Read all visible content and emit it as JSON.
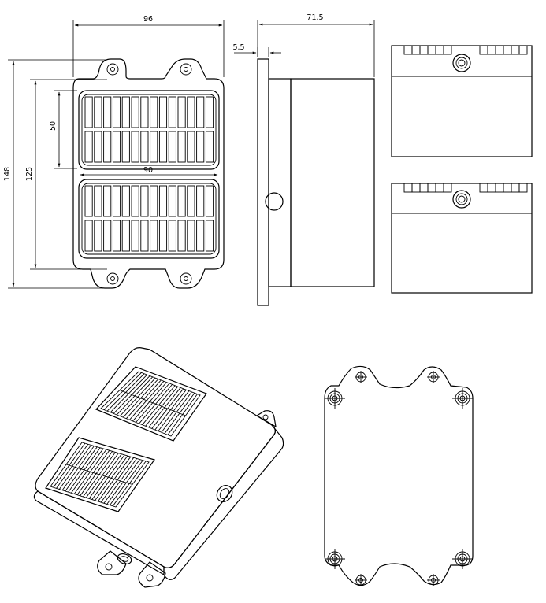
{
  "dimensions": {
    "width_96": "96",
    "depth_71_5": "71.5",
    "flange_5_5": "5.5",
    "height_148": "148",
    "hole_spacing_125": "125",
    "panel_height_50": "50",
    "panel_width_90": "90"
  },
  "colors": {
    "line": "#000000",
    "background": "#ffffff"
  }
}
